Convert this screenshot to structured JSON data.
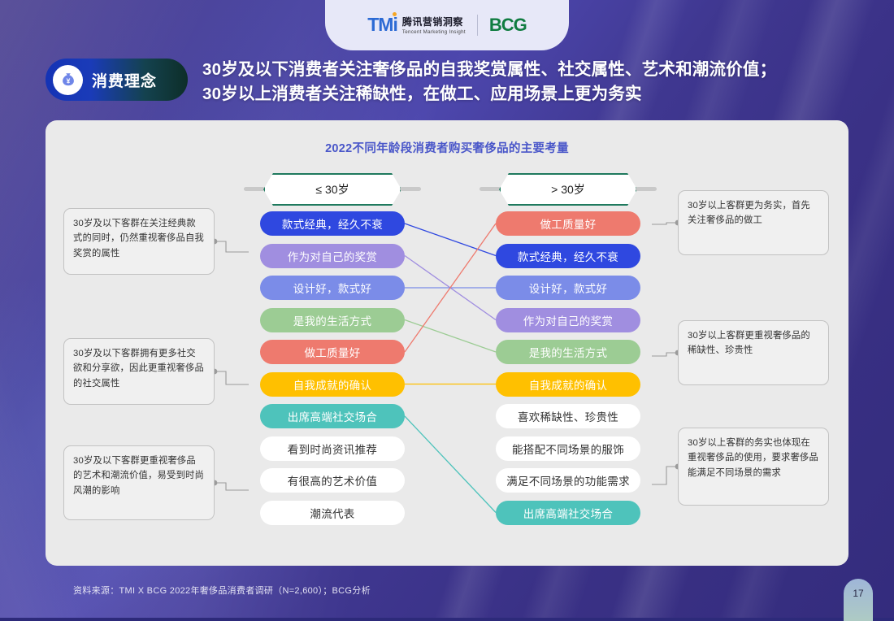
{
  "logo": {
    "tmi_mark": "TMi",
    "tmi_cn": "腾讯营销洞察",
    "tmi_en": "Tencent Marketing Insight",
    "bcg": "BCG"
  },
  "header": {
    "badge_label": "消费理念",
    "badge_icon": "money-bag-yen-icon",
    "headline": "30岁及以下消费者关注奢侈品的自我奖赏属性、社交属性、艺术和潮流价值；\n30岁以上消费者关注稀缺性，在做工、应用场景上更为务实"
  },
  "card": {
    "title": "2022不同年龄段消费者购买奢侈品的主要考量",
    "left_header": "≤ 30岁",
    "right_header": "> 30岁"
  },
  "colors": {
    "royal_blue": "#2f48e0",
    "periwinkle": "#7b8ce8",
    "lavender": "#a08ee0",
    "green": "#9ccc94",
    "salmon": "#ee7a6e",
    "amber": "#ffc000",
    "teal": "#4ec3bb",
    "white": "#ffffff",
    "accent_title": "#4a57c9",
    "hex_border": "#1f7a5e"
  },
  "chart_data": {
    "type": "table",
    "title": "2022不同年龄段消费者购买奢侈品的主要考量",
    "columns": [
      "≤ 30岁",
      "> 30岁"
    ],
    "left_ranking": [
      {
        "rank": 1,
        "label": "款式经典，经久不衰",
        "color": "#2f48e0",
        "text": "#ffffff"
      },
      {
        "rank": 2,
        "label": "作为对自己的奖赏",
        "color": "#a08ee0",
        "text": "#ffffff"
      },
      {
        "rank": 3,
        "label": "设计好，款式好",
        "color": "#7b8ce8",
        "text": "#ffffff"
      },
      {
        "rank": 4,
        "label": "是我的生活方式",
        "color": "#9ccc94",
        "text": "#ffffff"
      },
      {
        "rank": 5,
        "label": "做工质量好",
        "color": "#ee7a6e",
        "text": "#ffffff"
      },
      {
        "rank": 6,
        "label": "自我成就的确认",
        "color": "#ffc000",
        "text": "#ffffff"
      },
      {
        "rank": 7,
        "label": "出席高端社交场合",
        "color": "#4ec3bb",
        "text": "#ffffff"
      },
      {
        "rank": 8,
        "label": "看到时尚资讯推荐",
        "color": "#ffffff",
        "text": "#333333"
      },
      {
        "rank": 9,
        "label": "有很高的艺术价值",
        "color": "#ffffff",
        "text": "#333333"
      },
      {
        "rank": 10,
        "label": "潮流代表",
        "color": "#ffffff",
        "text": "#333333"
      }
    ],
    "right_ranking": [
      {
        "rank": 1,
        "label": "做工质量好",
        "color": "#ee7a6e",
        "text": "#ffffff"
      },
      {
        "rank": 2,
        "label": "款式经典，经久不衰",
        "color": "#2f48e0",
        "text": "#ffffff"
      },
      {
        "rank": 3,
        "label": "设计好，款式好",
        "color": "#7b8ce8",
        "text": "#ffffff"
      },
      {
        "rank": 4,
        "label": "作为对自己的奖赏",
        "color": "#a08ee0",
        "text": "#ffffff"
      },
      {
        "rank": 5,
        "label": "是我的生活方式",
        "color": "#9ccc94",
        "text": "#ffffff"
      },
      {
        "rank": 6,
        "label": "自我成就的确认",
        "color": "#ffc000",
        "text": "#ffffff"
      },
      {
        "rank": 7,
        "label": "喜欢稀缺性、珍贵性",
        "color": "#ffffff",
        "text": "#333333"
      },
      {
        "rank": 8,
        "label": "能搭配不同场景的服饰",
        "color": "#ffffff",
        "text": "#333333"
      },
      {
        "rank": 9,
        "label": "满足不同场景的功能需求",
        "color": "#ffffff",
        "text": "#333333"
      },
      {
        "rank": 10,
        "label": "出席高端社交场合",
        "color": "#4ec3bb",
        "text": "#ffffff"
      }
    ],
    "connections": [
      {
        "from": 1,
        "to": 2,
        "color": "#2f48e0"
      },
      {
        "from": 2,
        "to": 4,
        "color": "#a08ee0"
      },
      {
        "from": 3,
        "to": 3,
        "color": "#7b8ce8"
      },
      {
        "from": 4,
        "to": 5,
        "color": "#9ccc94"
      },
      {
        "from": 5,
        "to": 1,
        "color": "#ee7a6e"
      },
      {
        "from": 6,
        "to": 6,
        "color": "#ffc000"
      },
      {
        "from": 7,
        "to": 10,
        "color": "#4ec3bb"
      }
    ]
  },
  "notes_left": [
    {
      "text": "30岁及以下客群在关注经典款式的同时，仍然重视奢侈品自我奖赏的属性"
    },
    {
      "text": "30岁及以下客群拥有更多社交欲和分享欲，因此更重视奢侈品的社交属性"
    },
    {
      "text": "30岁及以下客群更重视奢侈品的艺术和潮流价值，易受到时尚风潮的影响"
    }
  ],
  "notes_right": [
    {
      "text": "30岁以上客群更为务实，首先关注奢侈品的做工"
    },
    {
      "text": "30岁以上客群更重视奢侈品的稀缺性、珍贵性"
    },
    {
      "text": "30岁以上客群的务实也体现在重视奢侈品的使用，要求奢侈品能满足不同场景的需求"
    }
  ],
  "footer": {
    "source": "资料来源：TMI X BCG 2022年奢侈品消费者调研（N=2,600）；BCG分析",
    "page": "17"
  }
}
